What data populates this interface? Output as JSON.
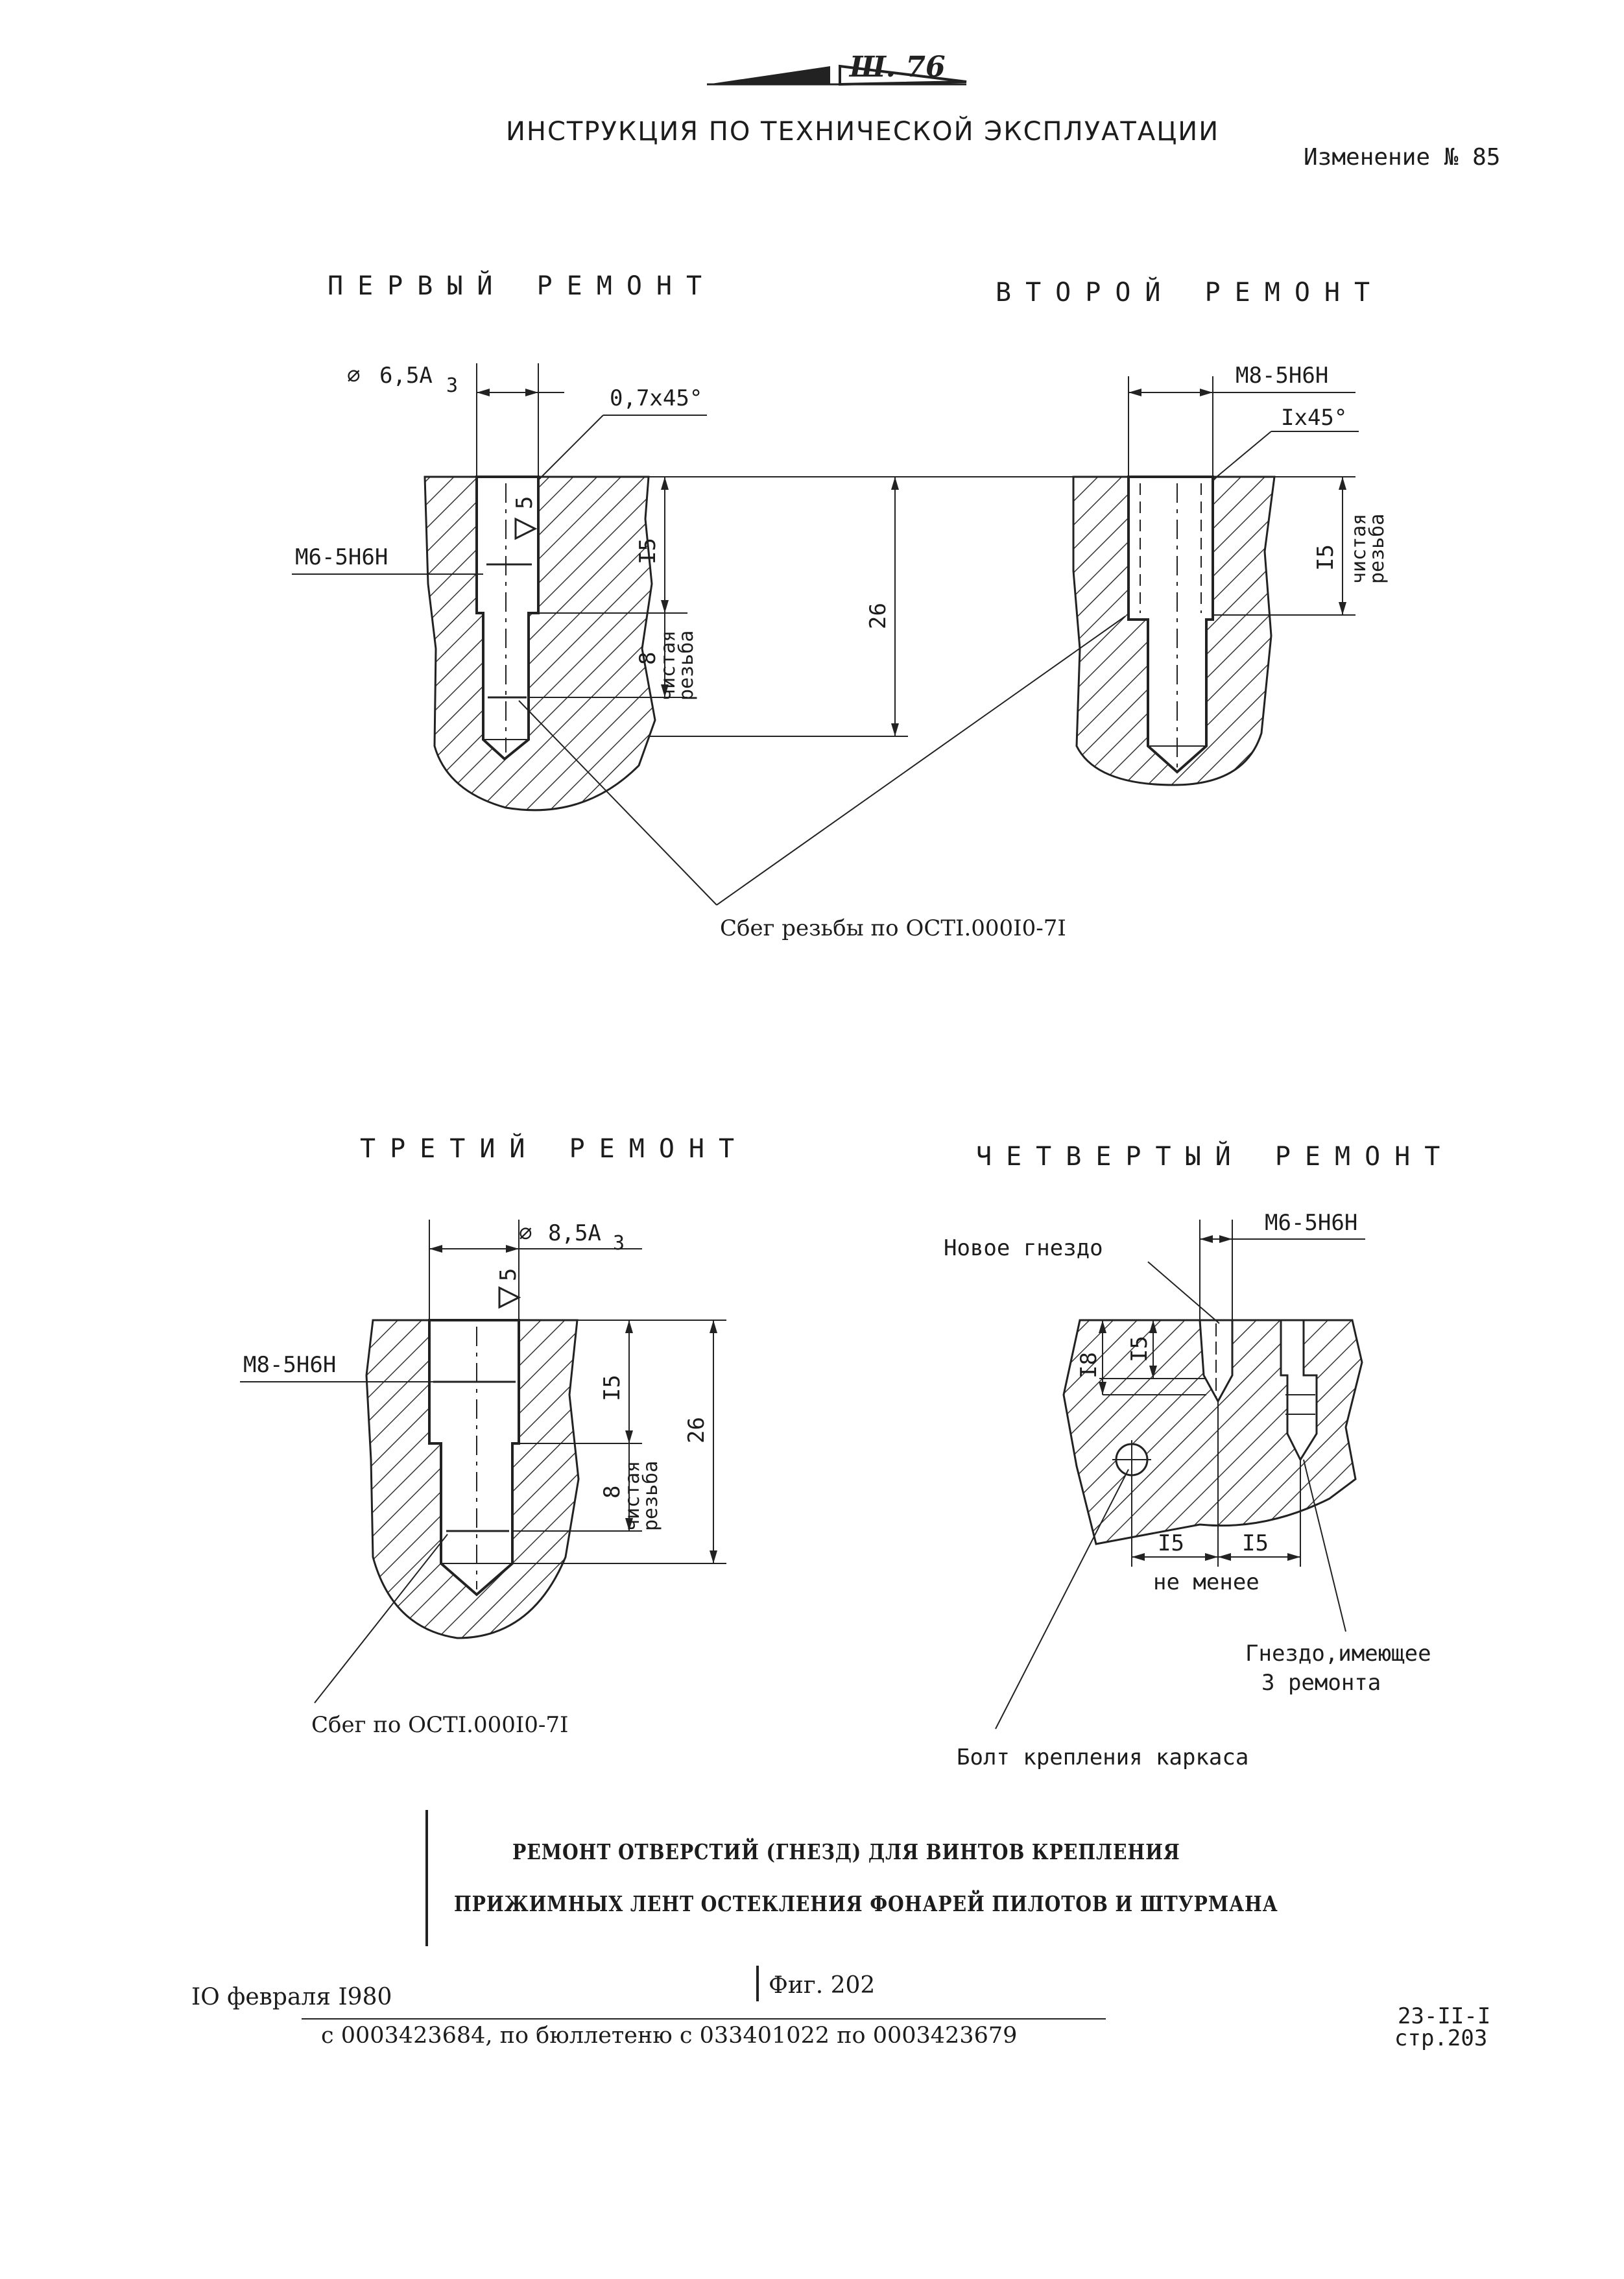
{
  "header": {
    "logo_text": "Ш. 76",
    "title": "ИНСТРУКЦИЯ ПО ТЕХНИЧЕСКОЙ ЭКСПЛУАТАЦИИ",
    "change": "Изменение № 85"
  },
  "sections": {
    "first": {
      "title": "ПЕРВЫЙ РЕМОНТ",
      "diam_symbol": "∅",
      "diam": "6,5A",
      "diam_sub": "3",
      "chamfer": "0,7x45°",
      "thread": "M6-5H6H",
      "rough": "5",
      "dim_15": "I5",
      "dim_8": "8",
      "clean_thread_1": "чистая",
      "clean_thread_2": "резьба"
    },
    "middle": {
      "dim_26": "26"
    },
    "second": {
      "title": "ВТОРОЙ РЕМОНТ",
      "thread": "M8-5H6H",
      "chamfer": "Ix45°",
      "dim_15": "I5",
      "clean_thread_1": "чистая",
      "clean_thread_2": "резьба"
    },
    "runout_note": "Сбег резьбы по ОСТI.000I0-7I",
    "third": {
      "title": "ТРЕТИЙ РЕМОНТ",
      "diam_symbol": "∅",
      "diam": "8,5A",
      "diam_sub": "3",
      "rough": "5",
      "thread": "M8-5H6H",
      "dim_15": "I5",
      "dim_26": "26",
      "dim_8": "8",
      "clean_thread_1": "чистая",
      "clean_thread_2": "резьба",
      "runout_note": "Сбег по ОСТI.000I0-7I"
    },
    "fourth": {
      "title": "ЧЕТВЕРТЫЙ РЕМОНТ",
      "new_socket": "Новое гнездо",
      "thread": "M6-5H6H",
      "dim_18": "I8",
      "dim_15v": "I5",
      "dim_15a": "I5",
      "dim_15b": "I5",
      "min_note": "не менее",
      "socket_note_1": "Гнездо,имеющее",
      "socket_note_2": "3 ремонта",
      "bolt_note": "Болт крепления каркаса"
    }
  },
  "caption": {
    "line1": "РЕМОНТ ОТВЕРСТИЙ (ГНЕЗД) ДЛЯ ВИНТОВ КРЕПЛЕНИЯ",
    "line2": "ПРИЖИМНЫХ ЛЕНТ ОСТЕКЛЕНИЯ ФОНАРЕЙ ПИЛОТОВ И ШТУРМАНА"
  },
  "footer": {
    "date": "IО февраля I980",
    "figure": "Фиг. 202",
    "applicability": "с 0003423684, по бюллетеню с 033401022 по 0003423679",
    "doc_code": "23-II-I",
    "page": "стр.203"
  }
}
